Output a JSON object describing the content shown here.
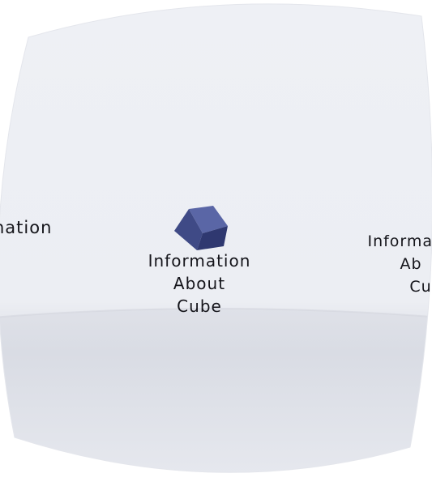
{
  "scene": {
    "background_color": "#eceef3",
    "floor_color": "#d7dae3",
    "cube_color": "#3f4a86",
    "cube_top_color": "#5a66a6",
    "cube_side_color": "#2f3870"
  },
  "labels": {
    "center": {
      "line1": "Information",
      "line2": "About",
      "line3": "Cube"
    },
    "left": {
      "line1": "nation"
    },
    "right": {
      "line1": "Informat",
      "line2": "Ab",
      "line3": "Cu"
    }
  }
}
